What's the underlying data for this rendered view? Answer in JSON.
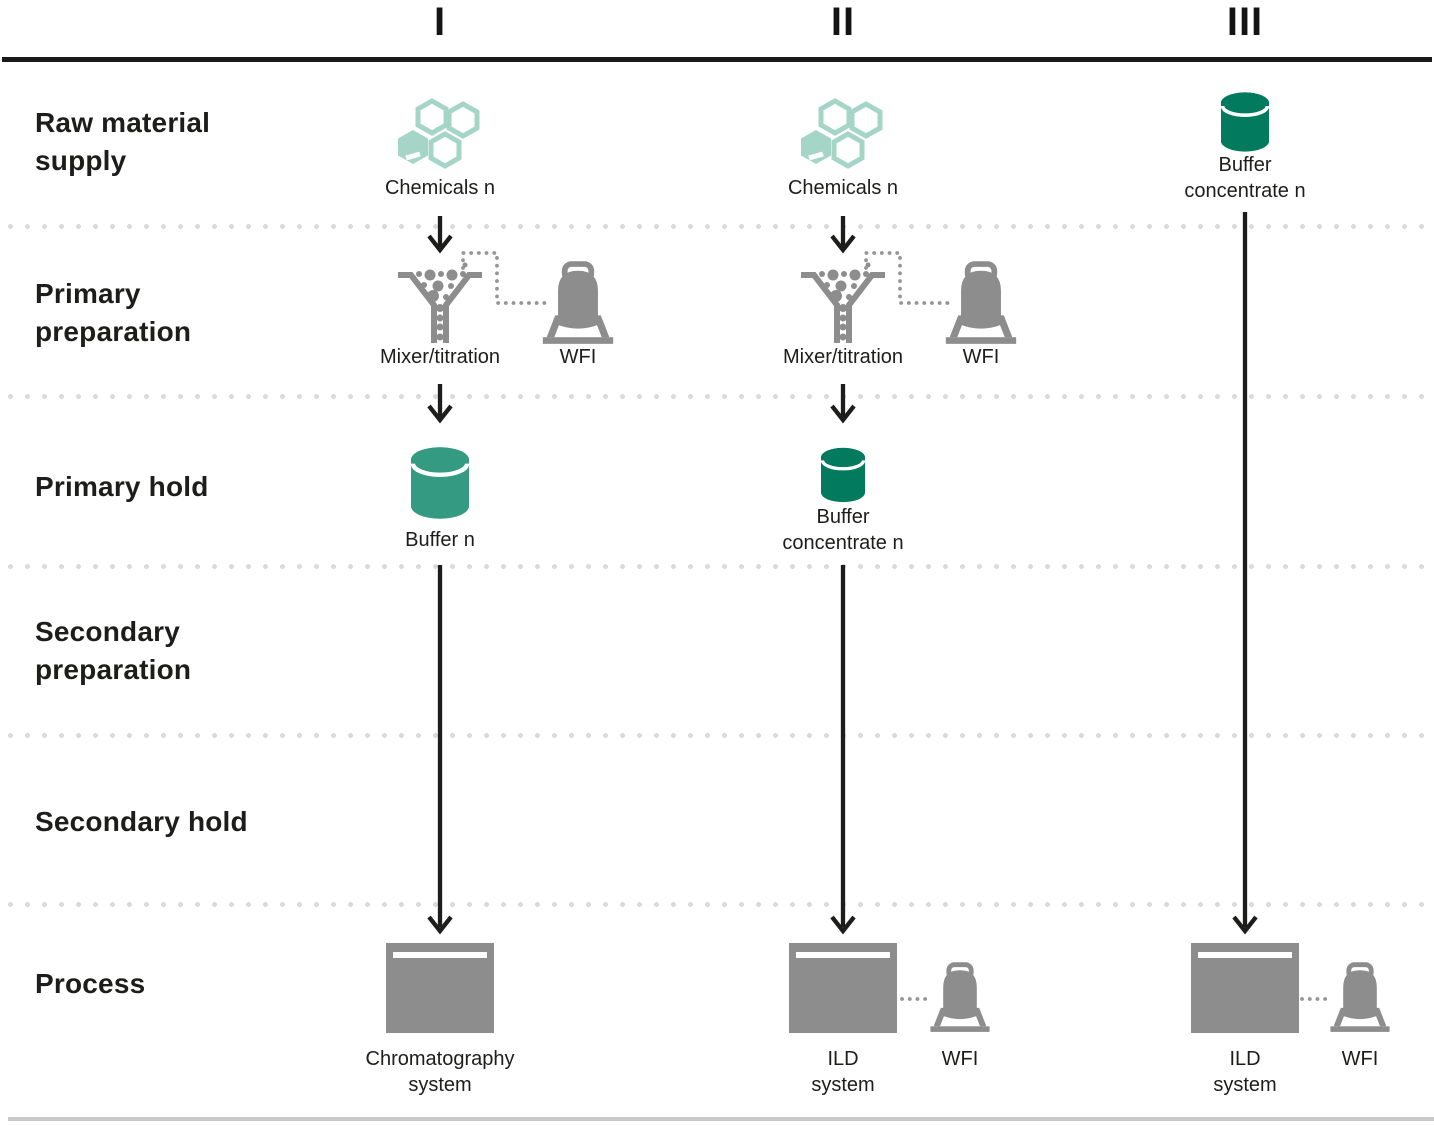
{
  "diagram": {
    "type": "process-flow",
    "description_visible_stages": 6,
    "columns_count": 3
  },
  "row_labels": [
    "Raw material supply",
    "Primary preparation",
    "Primary hold",
    "Secondary preparation",
    "Secondary hold",
    "Process"
  ],
  "columns": [
    {
      "numeral": "I",
      "raw_material_label": "Chemicals n",
      "mixer_label": "Mixer/titration",
      "prep_wfi_label": "WFI",
      "hold_label": "Buffer n",
      "process_label": "Chromatography system"
    },
    {
      "numeral": "II",
      "raw_material_label": "Chemicals n",
      "mixer_label": "Mixer/titration",
      "prep_wfi_label": "WFI",
      "hold_label": "Buffer concentrate n",
      "process_label": "ILD system",
      "process_wfi_label": "WFI"
    },
    {
      "numeral": "III",
      "raw_material_label": "Buffer concentrate n",
      "process_label": "ILD system",
      "process_wfi_label": "WFI"
    }
  ],
  "icons": {
    "chemicals": "hexagon-molecules-icon",
    "mixer_titration": "funnel-mixer-icon",
    "wfi": "wfi-vessel-icon",
    "buffer_hold": "cylinder-tank-icon",
    "process_system": "open-tank-icon"
  },
  "colors": {
    "text": "#1d1d1b",
    "rule_dark": "#191919",
    "rule_light": "#c9c9c9",
    "separator_dot": "#dadada",
    "icon_gray": "#8d8d8d",
    "hexagon_teal_light": "#a5d5c6",
    "buffer_teal": "#359a82",
    "buffer_concentrate_green": "#017a5d"
  }
}
